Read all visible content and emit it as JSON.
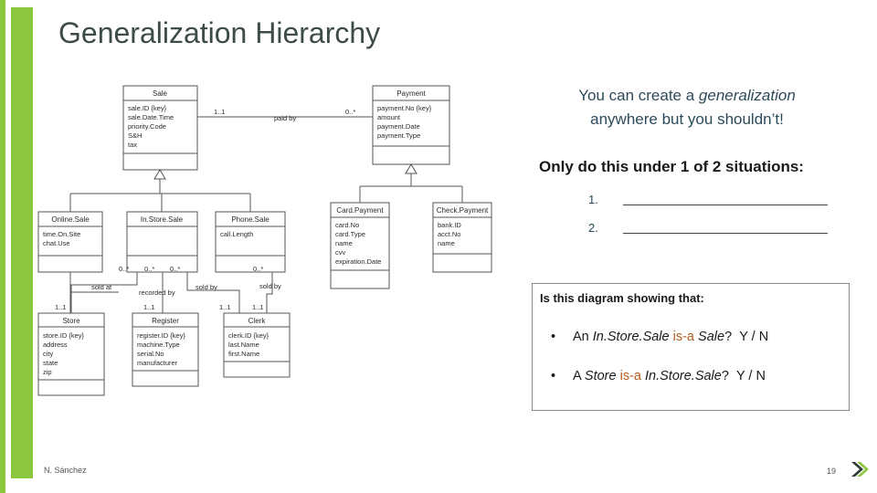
{
  "slide": {
    "title": "Generalization Hierarchy",
    "note_prefix": "You can create a ",
    "note_emphasis": "generalization",
    "note_suffix": "anywhere but you shouldn’t!",
    "situations_heading": "Only do this under 1 of 2 situations:",
    "situations": [
      {
        "num": "1.",
        "blank": ""
      },
      {
        "num": "2.",
        "blank": ""
      }
    ],
    "question_title": "Is this diagram showing that:",
    "questions": [
      {
        "bullet": "•",
        "pre": "An ",
        "subject": "In.Store.Sale",
        "isa": "is-a",
        "object": "Sale",
        "suffix": "?",
        "choice": "Y / N"
      },
      {
        "bullet": "•",
        "pre": "A ",
        "subject": "Store",
        "isa": "is-a",
        "object": "In.Store.Sale",
        "suffix": "?",
        "choice": "Y / N"
      }
    ],
    "author": "N. Sánchez",
    "page_number": "19",
    "accent_color": "#8cc63f",
    "isa_color": "#b55a1a"
  },
  "diagram": {
    "classes": {
      "sale": {
        "name": "Sale",
        "attrs": [
          "sale.ID {key}",
          "sale.Date.Time",
          "priority.Code",
          "S&H",
          "tax"
        ]
      },
      "payment": {
        "name": "Payment",
        "attrs": [
          "payment.No {key}",
          "amount",
          "payment.Date",
          "payment.Type"
        ]
      },
      "online_sale": {
        "name": "Online.Sale",
        "attrs": [
          "time.On.Site",
          "chat.Use"
        ]
      },
      "instore_sale": {
        "name": "In.Store.Sale",
        "attrs": []
      },
      "phone_sale": {
        "name": "Phone.Sale",
        "attrs": [
          "call.Length"
        ]
      },
      "card_payment": {
        "name": "Card.Payment",
        "attrs": [
          "card.No",
          "card.Type",
          "name",
          "cvv",
          "expiration.Date"
        ]
      },
      "check_payment": {
        "name": "Check.Payment",
        "attrs": [
          "bank.ID",
          "acct.No",
          "name"
        ]
      },
      "store": {
        "name": "Store",
        "attrs": [
          "store.ID {key}",
          "address",
          "city",
          "state",
          "zip"
        ]
      },
      "register": {
        "name": "Register",
        "attrs": [
          "register.ID {key}",
          "machine.Type",
          "serial.No",
          "manufacturer"
        ]
      },
      "clerk": {
        "name": "Clerk",
        "attrs": [
          "clerk.ID {key}",
          "last.Name",
          "first.Name"
        ]
      }
    },
    "assoc": {
      "paid_by": "paid by",
      "paid_by_mult_left": "1..1",
      "paid_by_mult_right": "0..*",
      "sold_at": "sold at",
      "recorded_by": "recorded by",
      "sold_by": "sold by",
      "sold_by2": "sold by",
      "mult_online": "0..*",
      "mult_instore_a": "0..*",
      "mult_instore_b": "0..*",
      "mult_phone": "0..*",
      "mult_store": "1..1",
      "mult_register": "1..1",
      "mult_clerk_a": "1..1",
      "mult_clerk_b": "1..1"
    }
  }
}
